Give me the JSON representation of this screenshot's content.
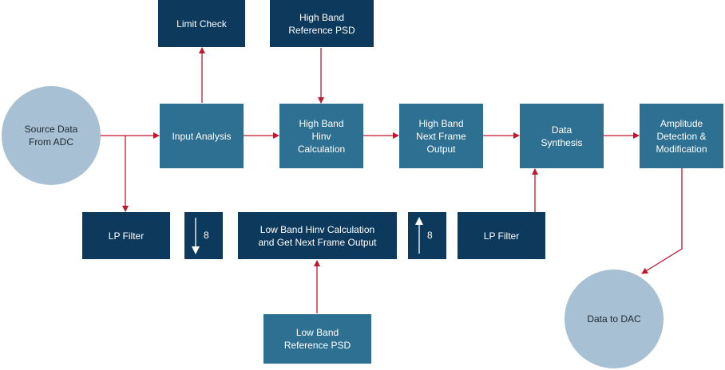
{
  "diagram": {
    "title": "",
    "colors": {
      "arrow": "#c0182f",
      "dark_block": "#0d3a5c",
      "mid_block": "#2e7092",
      "terminal": "#a7c0d3"
    },
    "nodes": {
      "source": "Source Data\nFrom ADC",
      "limit_check": "Limit Check",
      "input_analysis": "Input Analysis",
      "hb_ref_psd": "High Band\nReference PSD",
      "hb_hinv": "High Band\nHinv\nCalculation",
      "hb_next_frame": "High Band\nNext Frame\nOutput",
      "data_synthesis": "Data\nSynthesis",
      "amplitude": "Amplitude\nDetection &\nModification",
      "lp_filter_in": "LP Filter",
      "downsample": "8",
      "lb_hinv": "Low Band Hinv Calculation\nand Get Next Frame Output",
      "upsample": "8",
      "lp_filter_out": "LP Filter",
      "lb_ref_psd": "Low Band\nReference PSD",
      "dac": "Data to DAC"
    },
    "edges": [
      [
        "source",
        "input_analysis"
      ],
      [
        "source",
        "lp_filter_in"
      ],
      [
        "input_analysis",
        "limit_check"
      ],
      [
        "input_analysis",
        "hb_hinv"
      ],
      [
        "hb_ref_psd",
        "hb_hinv"
      ],
      [
        "hb_hinv",
        "hb_next_frame"
      ],
      [
        "hb_next_frame",
        "data_synthesis"
      ],
      [
        "lp_filter_out",
        "data_synthesis"
      ],
      [
        "data_synthesis",
        "amplitude"
      ],
      [
        "amplitude",
        "dac"
      ],
      [
        "lb_ref_psd",
        "lb_hinv"
      ]
    ]
  }
}
